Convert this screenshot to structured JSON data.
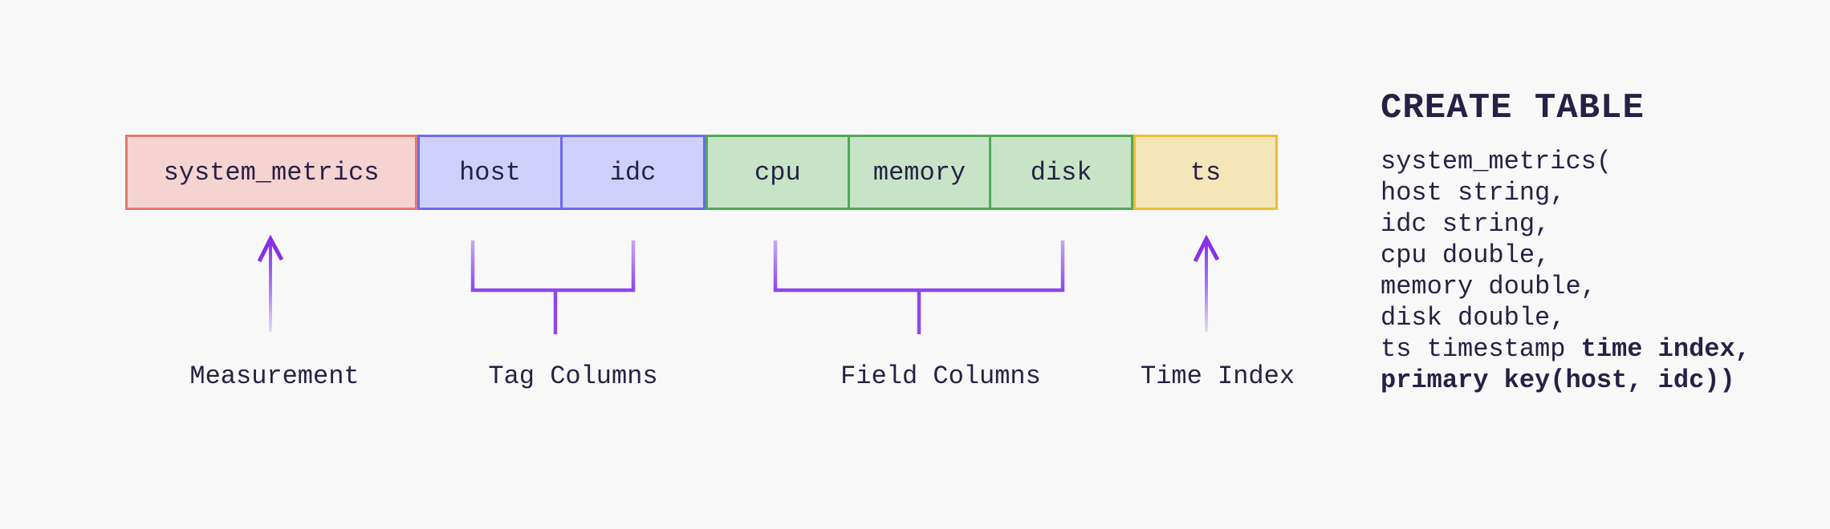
{
  "colors": {
    "background": "#f8f8f9",
    "ink": "#272144",
    "pink_fill": "#f5d3d0",
    "pink_border": "#e17a70",
    "purple_fill": "#cfcffc",
    "purple_border": "#6a6af0",
    "green_fill": "#c8e4c6",
    "green_border": "#4fa953",
    "yellow_fill": "#f4e6b9",
    "yellow_border": "#eebb33",
    "arrow_strong": "#8a2fe8",
    "arrow_mid": "#8d46ee",
    "arm_light": "#c9aaf2",
    "arrow_faded": "#e4dcf8"
  },
  "table_bar": {
    "measurement": {
      "label": "system_metrics"
    },
    "tag_group": {
      "columns": [
        "host",
        "idc"
      ]
    },
    "field_group": {
      "columns": [
        "cpu",
        "memory",
        "disk"
      ]
    },
    "time_group": {
      "columns": [
        "ts"
      ]
    }
  },
  "annotations": {
    "measurement_label": "Measurement",
    "tag_label": "Tag Columns",
    "field_label": "Field Columns",
    "time_label": "Time Index"
  },
  "sql": {
    "title": "CREATE TABLE",
    "lines": [
      {
        "segments": [
          {
            "text": "system_metrics(",
            "bold": false
          }
        ]
      },
      {
        "segments": [
          {
            "text": "host string,",
            "bold": false
          }
        ]
      },
      {
        "segments": [
          {
            "text": "idc string,",
            "bold": false
          }
        ]
      },
      {
        "segments": [
          {
            "text": "cpu double,",
            "bold": false
          }
        ]
      },
      {
        "segments": [
          {
            "text": "memory double,",
            "bold": false
          }
        ]
      },
      {
        "segments": [
          {
            "text": "disk double,",
            "bold": false
          }
        ]
      },
      {
        "segments": [
          {
            "text": "ts timestamp ",
            "bold": false
          },
          {
            "text": "time index,",
            "bold": true
          }
        ]
      },
      {
        "segments": [
          {
            "text": "primary key(host, idc))",
            "bold": true
          }
        ]
      }
    ]
  }
}
